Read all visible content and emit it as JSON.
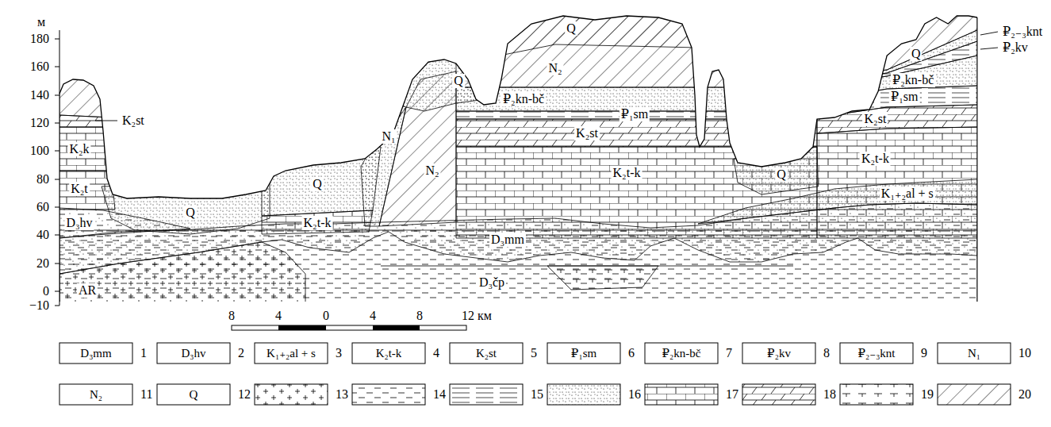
{
  "diagram": {
    "labels": [
      "м",
      "180",
      "160",
      "140",
      "120",
      "100",
      "80",
      "60",
      "40",
      "20",
      "0",
      "−10",
      "8",
      "4",
      "0",
      "4",
      "8",
      "12 км",
      "K₂st",
      "K₂k",
      "K₂t",
      "D₃hv",
      "AR",
      "Q",
      "K₂t-k",
      "Q",
      "N₁",
      "N₂",
      "Q",
      "Q",
      "N₂",
      "₽₂kn-bč",
      "₽₁sm",
      "K₂st",
      "K₂t-k",
      "D₃mm",
      "D₃čp",
      "Q",
      "K₂t-k",
      "K₁₊₂al + s",
      "K₂st",
      "₽₁sm",
      "₽₂kn-bč",
      "Q",
      "₽₂₋₃knt",
      "₽₂kv",
      "D₃mm",
      "D₃hv",
      "K₁₊₂al + s",
      "K₂t-k",
      "K₂st",
      "₽₁sm",
      "₽₂kn-bč",
      "₽₂kv",
      "₽₂₋₃knt",
      "N₁",
      "N₂",
      "Q"
    ],
    "legend": [
      {
        "text": "1"
      },
      {
        "text": "2"
      },
      {
        "text": "3"
      },
      {
        "text": "4"
      },
      {
        "text": "5"
      },
      {
        "text": "6"
      },
      {
        "text": "7"
      },
      {
        "text": "8"
      },
      {
        "text": "9"
      },
      {
        "text": "10"
      },
      {
        "text": "11"
      },
      {
        "text": "12"
      },
      {
        "text": "13"
      },
      {
        "text": "14"
      },
      {
        "text": "15"
      },
      {
        "text": "16"
      },
      {
        "text": "17"
      },
      {
        "text": "18"
      },
      {
        "text": "19"
      },
      {
        "text": "20"
      }
    ]
  }
}
